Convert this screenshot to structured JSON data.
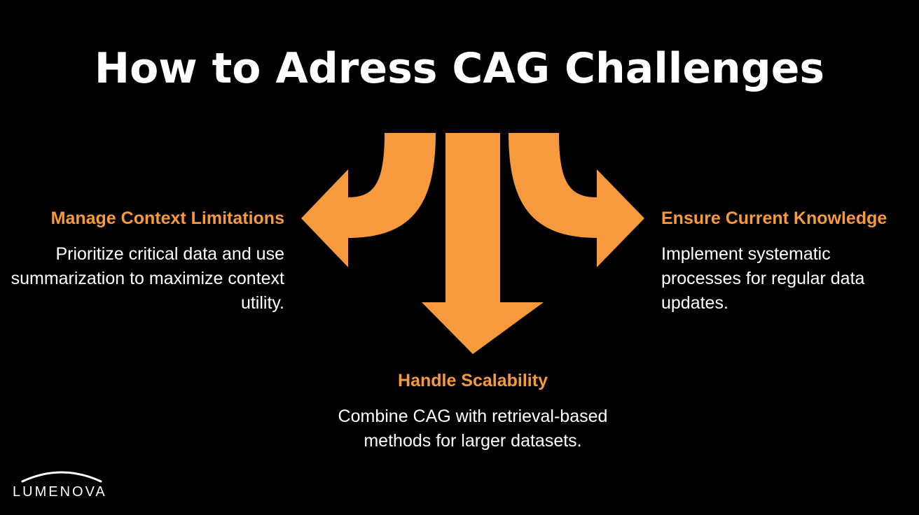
{
  "title": "How to Adress CAG Challenges",
  "colors": {
    "background": "#000000",
    "accent": "#F79A3E",
    "text": "#FFFFFF"
  },
  "items": [
    {
      "heading": "Manage Context Limitations",
      "description": "Prioritize critical data and use summarization to maximize context utility."
    },
    {
      "heading": "Handle Scalability",
      "description": "Combine CAG with retrieval-based methods for larger datasets."
    },
    {
      "heading": "Ensure Current Knowledge",
      "description": "Implement systematic processes for regular data updates."
    }
  ],
  "logo": {
    "text": "LUMENOVA"
  }
}
